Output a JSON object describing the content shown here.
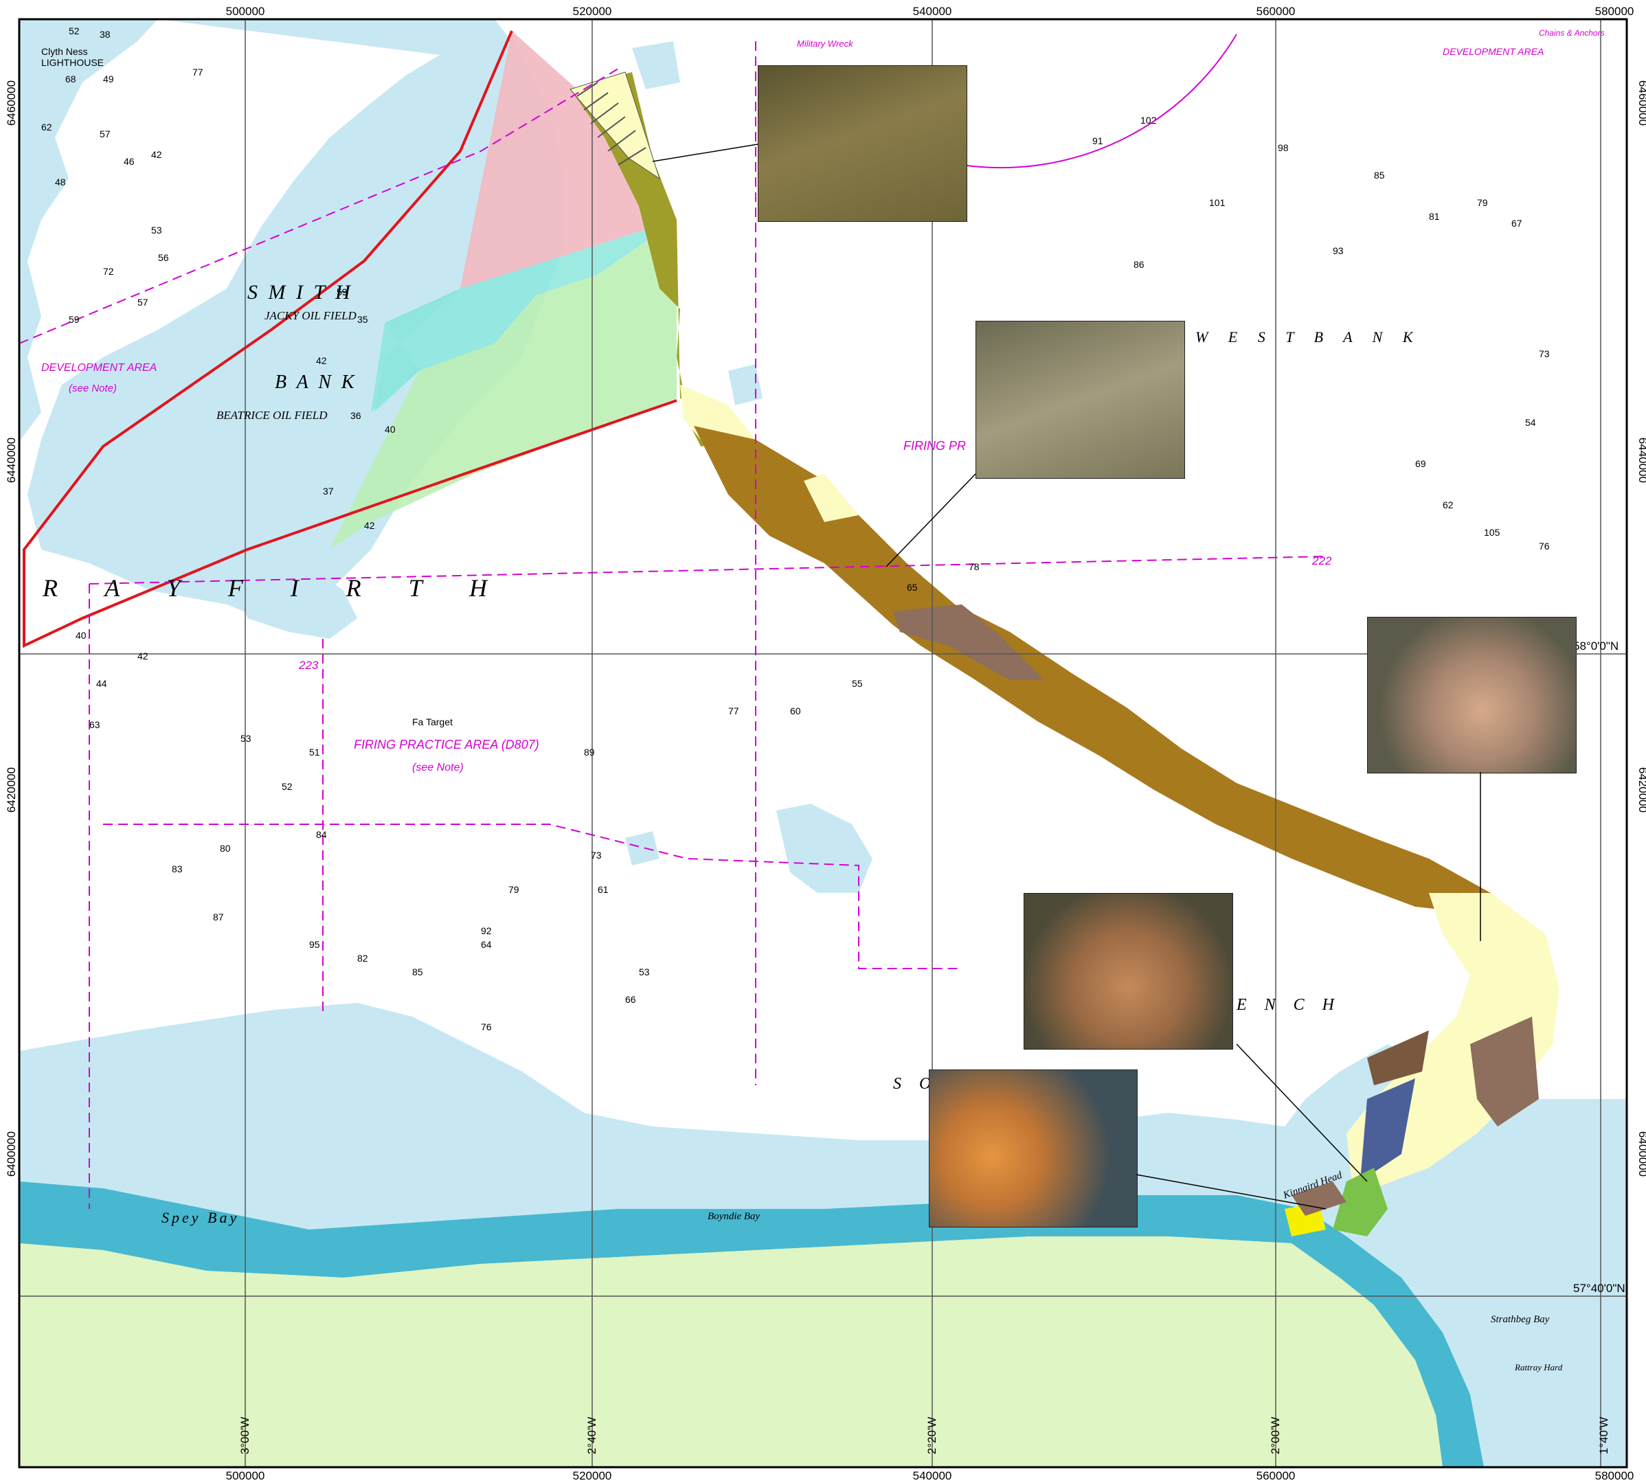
{
  "chart": {
    "eastings_top": [
      "500000",
      "520000",
      "540000",
      "560000",
      "580000"
    ],
    "eastings_bottom": [
      "500000",
      "520000",
      "540000",
      "560000",
      "580000"
    ],
    "northings": [
      "6460000",
      "6440000",
      "6420000",
      "6400000"
    ],
    "longitudes_bottom": [
      "3°00'W",
      "2°40'W",
      "2°20'W",
      "2°00'W",
      "1°40'W"
    ],
    "lat_labels": [
      "58°0'0\"N",
      "57°40'0\"N"
    ]
  },
  "places": {
    "clyth_ness": "Clyth Ness",
    "lighthouse": "LIGHTHOUSE",
    "smith_bank": "S M I T H",
    "bank": "B A N K",
    "jacky_oil_field": "JACKY OIL FIELD",
    "beatrice_oil_field": "BEATRICE OIL FIELD",
    "moray_firth": "R A Y   F I R T H",
    "west_bank": "W E S T   B A N K",
    "spey_bay": "Spey Bay",
    "boyndie_bay": "Boyndie Bay",
    "kinnaird_head": "Kinnaird Head",
    "strathbeg_bay": "Strathbeg Bay",
    "rattray_head": "Rattray Hard",
    "southern_trench": "S O          E R N",
    "trench_ch": "E N C H"
  },
  "annotations": {
    "development_area_left": "DEVELOPMENT AREA",
    "see_note": "(see Note)",
    "development_area_right": "DEVELOPMENT AREA",
    "firing_practice_d807": "FIRING PRACTICE AREA (D807)",
    "firing_practice_partial": "FIRING PR",
    "military_wreck": "Military Wreck",
    "chains_anchors": "Chains & Anchors",
    "fa_target": "Fa Target",
    "numbered_222": "222",
    "numbered_223": "223"
  },
  "soundings": [
    "52",
    "38",
    "77",
    "68",
    "49",
    "62",
    "57",
    "42",
    "48",
    "46",
    "56",
    "53",
    "72",
    "59",
    "57",
    "59",
    "35",
    "42",
    "36",
    "40",
    "37",
    "42",
    "40",
    "42",
    "44",
    "63",
    "53",
    "51",
    "52",
    "80",
    "84",
    "83",
    "87",
    "95",
    "82",
    "85",
    "92",
    "79",
    "64",
    "76",
    "66",
    "53",
    "61",
    "73",
    "89",
    "77",
    "60",
    "55",
    "65",
    "78",
    "86",
    "91",
    "102",
    "101",
    "98",
    "93",
    "85",
    "81",
    "79",
    "67",
    "73",
    "54",
    "69",
    "62",
    "105",
    "76"
  ],
  "colors": {
    "deep_water": "#ffffff",
    "shallow_water": "#c7e8f3",
    "very_shallow": "#47b8cf",
    "land": "#dff5c3",
    "survey_brown": "#a87a1e",
    "survey_grey_brown": "#8e6e5c",
    "survey_cream": "#fcfbc2",
    "survey_olive": "#9f9e2a",
    "boundary_red": "#e3141c",
    "magenta": "#d400d4",
    "zone_pink": "#f2b8c0",
    "zone_cyan": "#8ce6dd",
    "zone_green": "#b9eeb0"
  }
}
